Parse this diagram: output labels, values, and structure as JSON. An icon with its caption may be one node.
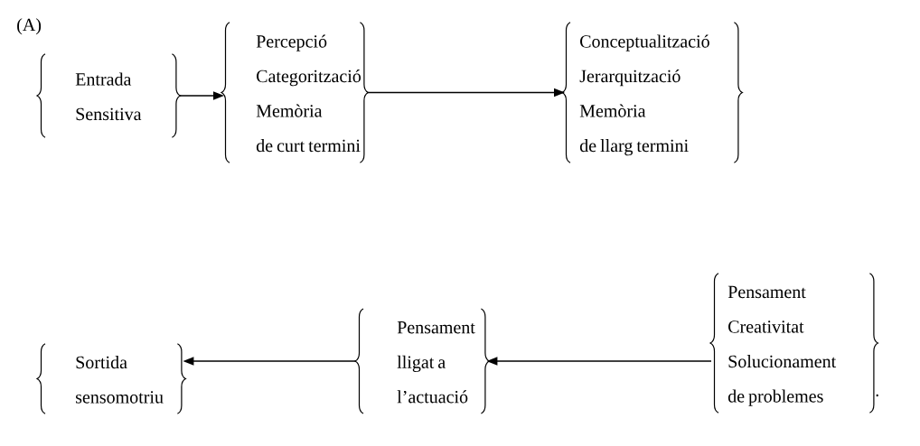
{
  "diagram": {
    "nodes": [
      {
        "text": [
          "Entrada",
          "Sensitiva"
        ]
      },
      {
        "text": [
          "Percepció",
          "Categorització",
          "Memòria",
          "de curt termini"
        ]
      },
      {
        "text": [
          "Conceptualització",
          "Jerarquització",
          "Memòria",
          "de llarg termini"
        ]
      },
      {
        "text": [
          "Pensament",
          "Creativitat",
          "Solucionament",
          "de problemes"
        ]
      },
      {
        "text": [
          "Pensament",
          "lligat a",
          "l’actuació"
        ]
      },
      {
        "text": [
          "Sortida",
          "sensomotriu"
        ]
      }
    ],
    "edges": [
      {
        "from": 0,
        "to": 1,
        "arrow": "to"
      },
      {
        "from": 1,
        "to": 2,
        "arrow": "to"
      },
      {
        "from": 3,
        "to": 4,
        "arrow": "to"
      },
      {
        "from": 4,
        "to": 5,
        "arrow": "to"
      }
    ],
    "labels": [
      "(A)",
      "."
    ]
  }
}
